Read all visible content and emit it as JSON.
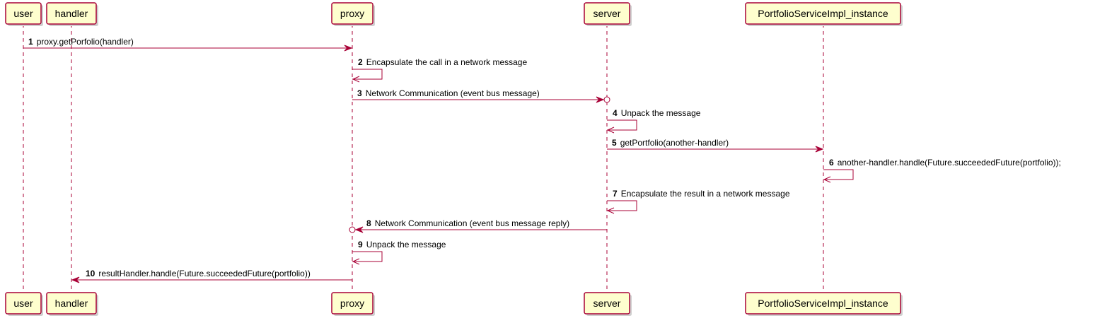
{
  "participants": [
    {
      "id": "user",
      "label": "user"
    },
    {
      "id": "handler",
      "label": "handler"
    },
    {
      "id": "proxy",
      "label": "proxy"
    },
    {
      "id": "server",
      "label": "server"
    },
    {
      "id": "impl",
      "label": "PortfolioServiceImpl_instance"
    }
  ],
  "messages": [
    {
      "num": "1",
      "text": "proxy.getPorfolio(handler)",
      "from": "user",
      "to": "proxy",
      "head": "arrow"
    },
    {
      "num": "2",
      "text": "Encapsulate the call in a network message",
      "from": "proxy",
      "to": "proxy",
      "head": "arrow"
    },
    {
      "num": "3",
      "text": "Network Communication (event bus message)",
      "from": "proxy",
      "to": "server",
      "head": "arrow-circle"
    },
    {
      "num": "4",
      "text": "Unpack the message",
      "from": "server",
      "to": "server",
      "head": "arrow"
    },
    {
      "num": "5",
      "text": "getPortfolio(another-handler)",
      "from": "server",
      "to": "impl",
      "head": "arrow"
    },
    {
      "num": "6",
      "text": "another-handler.handle(Future.succeededFuture(portfolio));",
      "from": "impl",
      "to": "impl",
      "head": "arrow"
    },
    {
      "num": "7",
      "text": "Encapsulate the result in a network message",
      "from": "server",
      "to": "server",
      "head": "arrow"
    },
    {
      "num": "8",
      "text": "Network Communication (event bus message reply)",
      "from": "server",
      "to": "proxy",
      "head": "arrow-circle"
    },
    {
      "num": "9",
      "text": "Unpack the message",
      "from": "proxy",
      "to": "proxy",
      "head": "arrow"
    },
    {
      "num": "10",
      "text": "resultHandler.handle(Future.succeededFuture(portfolio))",
      "from": "proxy",
      "to": "handler",
      "head": "arrow"
    }
  ],
  "colors": {
    "line": "#a80036",
    "box_fill": "#fefece",
    "shadow": "#cfcfcf"
  }
}
